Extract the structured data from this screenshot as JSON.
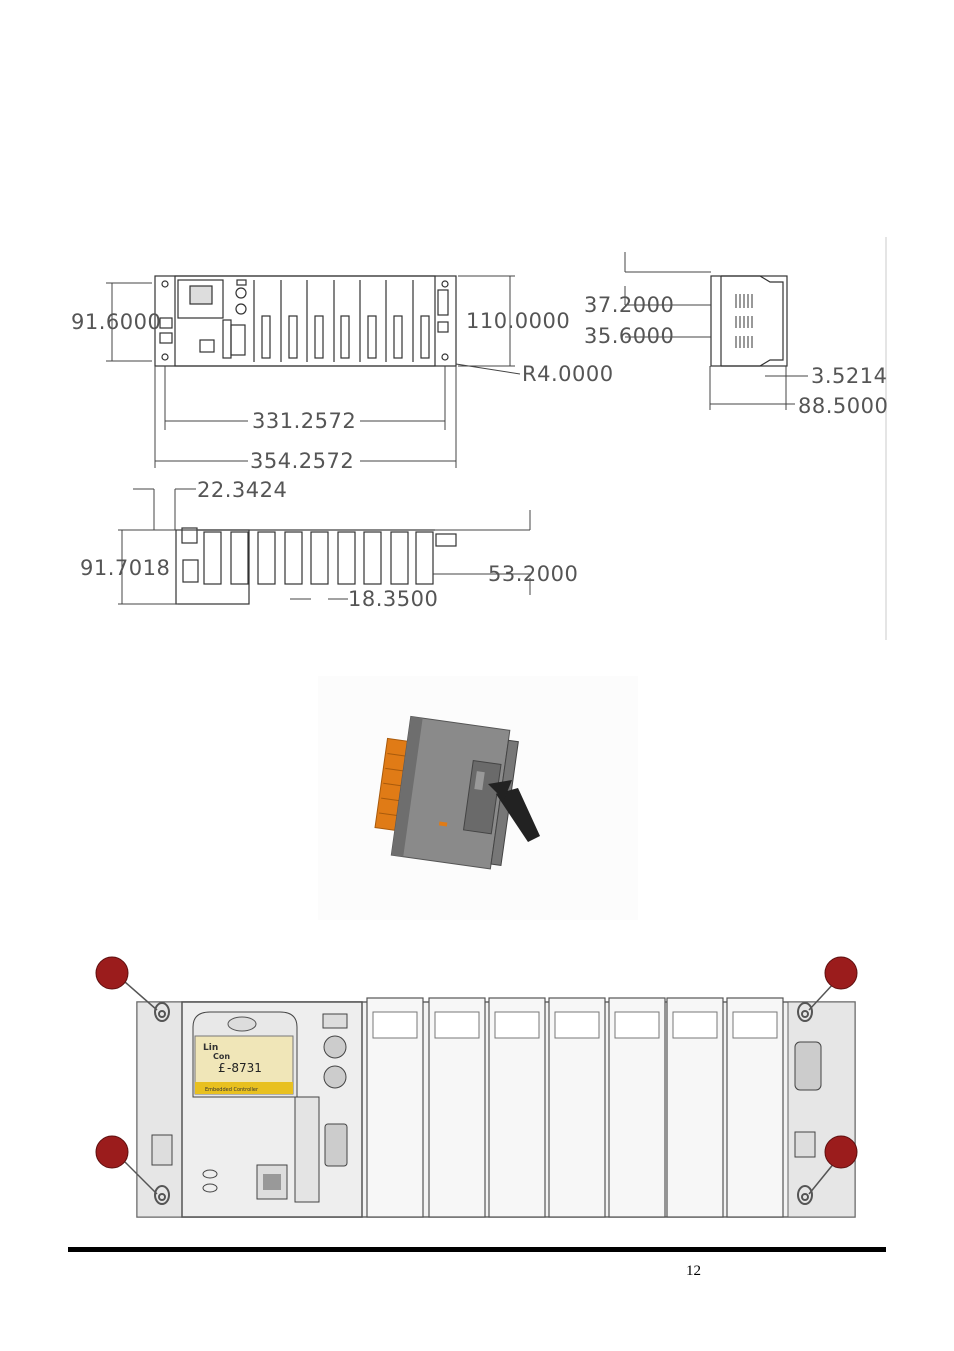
{
  "drawing": {
    "front": {
      "height": "91.6000",
      "height_right": "110.0000",
      "radius": "R4.0000",
      "inner_width": "331.2572",
      "outer_width": "354.2572"
    },
    "side": {
      "offset_top": "37.2000",
      "offset_mid": "35.6000",
      "rail": "3.5214",
      "depth": "88.5000"
    },
    "bottom": {
      "left_offset": "22.3424",
      "height": "91.7018",
      "slot_height": "53.2000",
      "slot_pitch": "18.3500"
    }
  },
  "device": {
    "brand_line1": "Lin",
    "brand_line2": "Con",
    "model": "-8731",
    "model_prefix": "£",
    "label_strip": "Embedded   Controller"
  },
  "page": {
    "number": "12"
  },
  "colors": {
    "marker": "#9b1c1c",
    "module_orange": "#e07b16",
    "module_gray": "#8a8a8a",
    "label_yellow": "#e8c020"
  }
}
